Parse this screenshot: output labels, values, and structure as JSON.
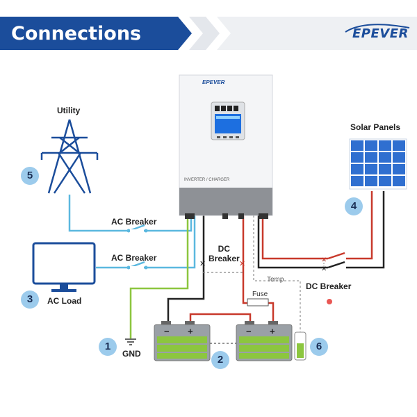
{
  "header": {
    "title": "Connections",
    "logo": "EPEVER"
  },
  "inverter": {
    "brand": "EPEVER",
    "label": "INVERTER / CHARGER"
  },
  "labels": {
    "utility": "Utility",
    "solar_panels": "Solar Panels",
    "ac_breaker_1": "AC Breaker",
    "ac_breaker_2": "AC Breaker",
    "ac_load": "AC Load",
    "dc_breaker_left": "DC\nBreaker",
    "dc_breaker_right": "DC Breaker",
    "temp": "Temp",
    "fuse": "Fuse",
    "gnd": "GND",
    "battery_minus": "−",
    "battery_plus": "+"
  },
  "markers": [
    "1",
    "2",
    "3",
    "4",
    "5",
    "6"
  ],
  "colors": {
    "header_blue": "#1b4d9b",
    "ac_wire": "#5bb8df",
    "dc_positive": "#c8392b",
    "dc_negative": "#222222",
    "ground": "#8cc63f",
    "battery_green": "#8cc63f",
    "solar_blue": "#2f6fd0",
    "marker": "#9ccbec"
  }
}
